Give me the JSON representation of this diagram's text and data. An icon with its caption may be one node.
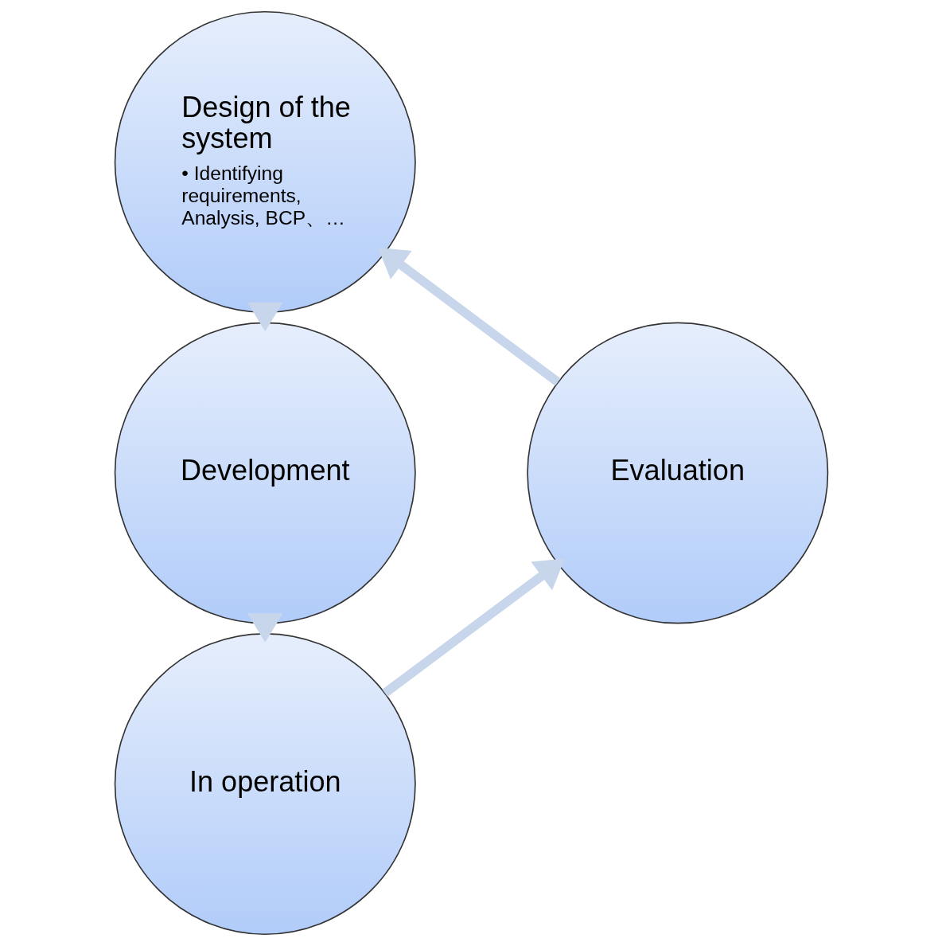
{
  "diagram": {
    "nodes": [
      {
        "text": [
          "Design of the system",
          "• Identifying requirements, Analysis, BCP、…"
        ]
      },
      {
        "text": [
          "Development"
        ]
      },
      {
        "text": [
          "In operation"
        ]
      },
      {
        "text": [
          "Evaluation"
        ]
      }
    ],
    "edges": [
      {
        "from": 0,
        "to": 1,
        "arrow": "to"
      },
      {
        "from": 1,
        "to": 2,
        "arrow": "to"
      },
      {
        "from": 2,
        "to": 3,
        "arrow": "to"
      },
      {
        "from": 3,
        "to": 0,
        "arrow": "to"
      }
    ]
  }
}
